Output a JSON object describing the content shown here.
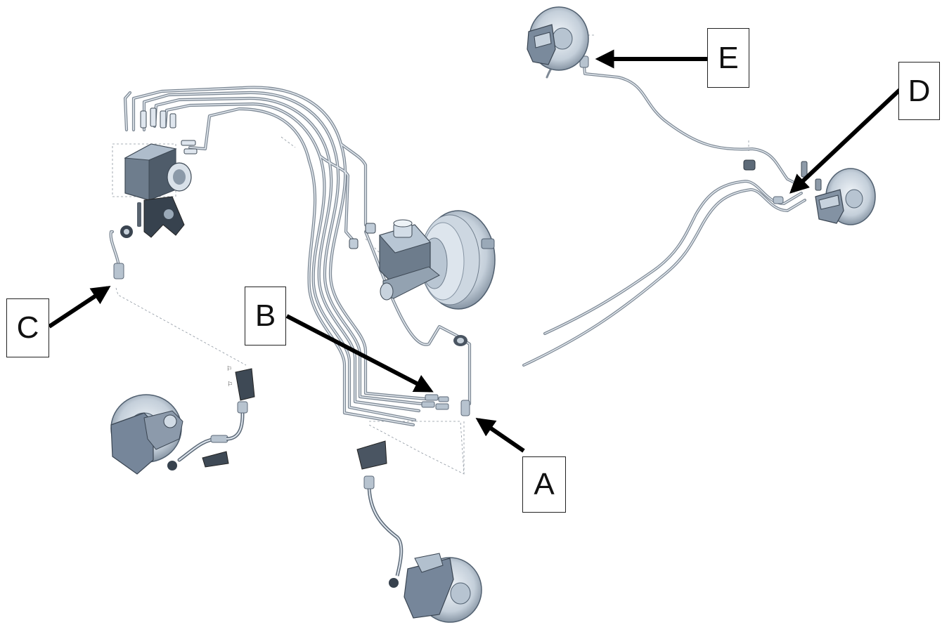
{
  "callouts": {
    "a": "A",
    "b": "B",
    "c": "C",
    "d": "D",
    "e": "E"
  },
  "colors": {
    "pipe": "#7f8a96",
    "pipe_light": "#d3dbe3",
    "body_dark": "#5e6c7c",
    "body_mid": "#9aa9b8",
    "body_light": "#dfe6ee",
    "arrow": "#000000",
    "dash": "#8d96a0"
  },
  "icons": [
    "abs-unit",
    "master-cylinder",
    "brake-booster",
    "brake-disc",
    "brake-caliper",
    "brake-hose",
    "arrow"
  ]
}
